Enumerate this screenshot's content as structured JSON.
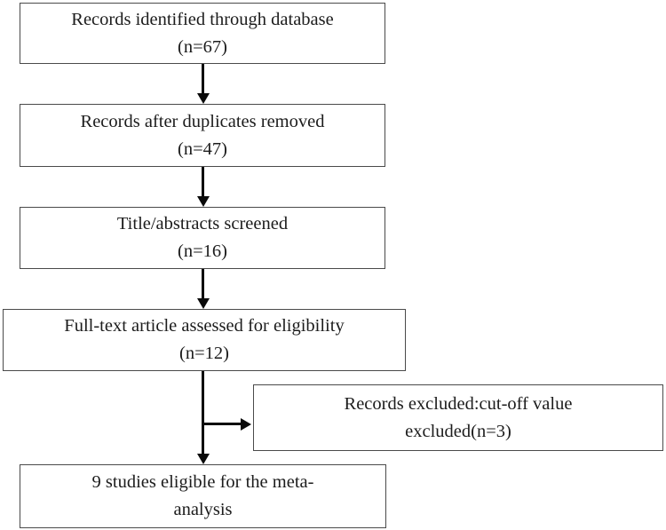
{
  "diagram": {
    "type": "flowchart",
    "colors": {
      "box_border": "#4a4a4a",
      "text": "#1c1c1c",
      "arrow": "#0a0a0a",
      "background": "#ffffff"
    },
    "nodes": [
      {
        "id": "identified",
        "line1": "Records identified through database",
        "line2": "(n=67)",
        "n": 67
      },
      {
        "id": "duplicates",
        "line1": "Records after duplicates removed",
        "line2": "(n=47)",
        "n": 47
      },
      {
        "id": "screened",
        "line1": "Title/abstracts screened",
        "line2": "(n=16)",
        "n": 16
      },
      {
        "id": "fulltext",
        "line1": "Full-text article assessed for eligibility",
        "line2": "(n=12)",
        "n": 12
      },
      {
        "id": "excluded",
        "line1": "Records excluded:cut-off value",
        "line2": "excluded(n=3)",
        "n": 3
      },
      {
        "id": "included",
        "line1": "9 studies eligible for the meta-",
        "line2": "analysis",
        "n": 9
      }
    ],
    "edges": [
      {
        "from": "identified",
        "to": "duplicates",
        "direction": "down"
      },
      {
        "from": "duplicates",
        "to": "screened",
        "direction": "down"
      },
      {
        "from": "screened",
        "to": "fulltext",
        "direction": "down"
      },
      {
        "from": "fulltext",
        "to": "included",
        "direction": "down"
      },
      {
        "from": "fulltext",
        "to": "excluded",
        "direction": "right-branch"
      }
    ]
  }
}
